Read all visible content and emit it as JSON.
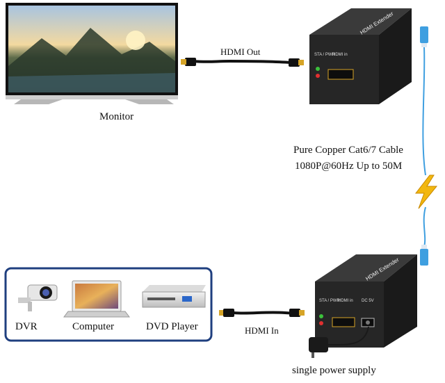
{
  "labels": {
    "monitor": "Monitor",
    "hdmi_out": "HDMI Out",
    "hdmi_in": "HDMI In",
    "cable_line1": "Pure Copper Cat6/7 Cable",
    "cable_line2": "1080P@60Hz Up to 50M",
    "dvr": "DVR",
    "computer": "Computer",
    "dvd_player": "DVD Player",
    "power_supply": "single power supply"
  },
  "device_text": {
    "model": "HDMI Extender",
    "tx_port": "HDMI in",
    "sta_pwr": "STA / PWR",
    "dc_port": "DC 5V"
  },
  "colors": {
    "extender_body": "#262626",
    "cable_blue": "#3f9fe0",
    "lightning": "#f2b70f",
    "source_frame": "#1f3f7f",
    "hdmi_gold": "#d6a427"
  }
}
